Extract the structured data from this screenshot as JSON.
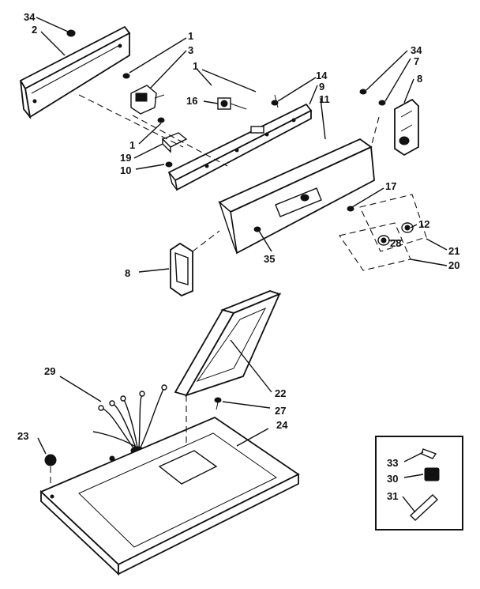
{
  "callouts": {
    "c34a": "34",
    "c2": "2",
    "c1a": "1",
    "c3": "3",
    "c1b": "1",
    "c14": "14",
    "c9": "9",
    "c11": "11",
    "c16": "16",
    "c34b": "34",
    "c7": "7",
    "c8a": "8",
    "c1c": "1",
    "c19": "19",
    "c10": "10",
    "c17": "17",
    "c12": "12",
    "c28": "28",
    "c21": "21",
    "c20": "20",
    "c35": "35",
    "c8b": "8",
    "c29": "29",
    "c22": "22",
    "c27": "27",
    "c23": "23",
    "c24": "24",
    "c33": "33",
    "c30": "30",
    "c31": "31"
  }
}
